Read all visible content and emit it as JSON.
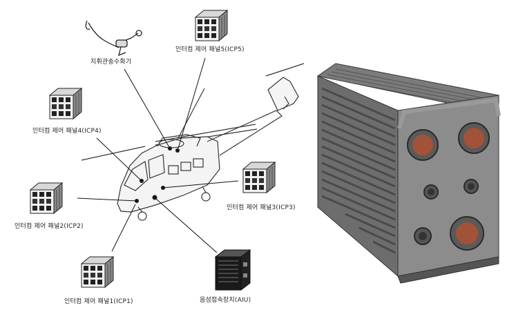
{
  "labels": {
    "intercom_headset": "지휘관송수화기",
    "icp5": "인터컴 제어 패널5(ICP5)",
    "icp4": "인터컴 제어 패널4(ICP4)",
    "icp3": "인터컴 제어 패널3(ICP3)",
    "icp2": "인터컴 제어 패널2(ICP2)",
    "icp1": "인터컴 제어 패널1(ICP1)",
    "aiu": "음성접속장치(AIU)"
  }
}
